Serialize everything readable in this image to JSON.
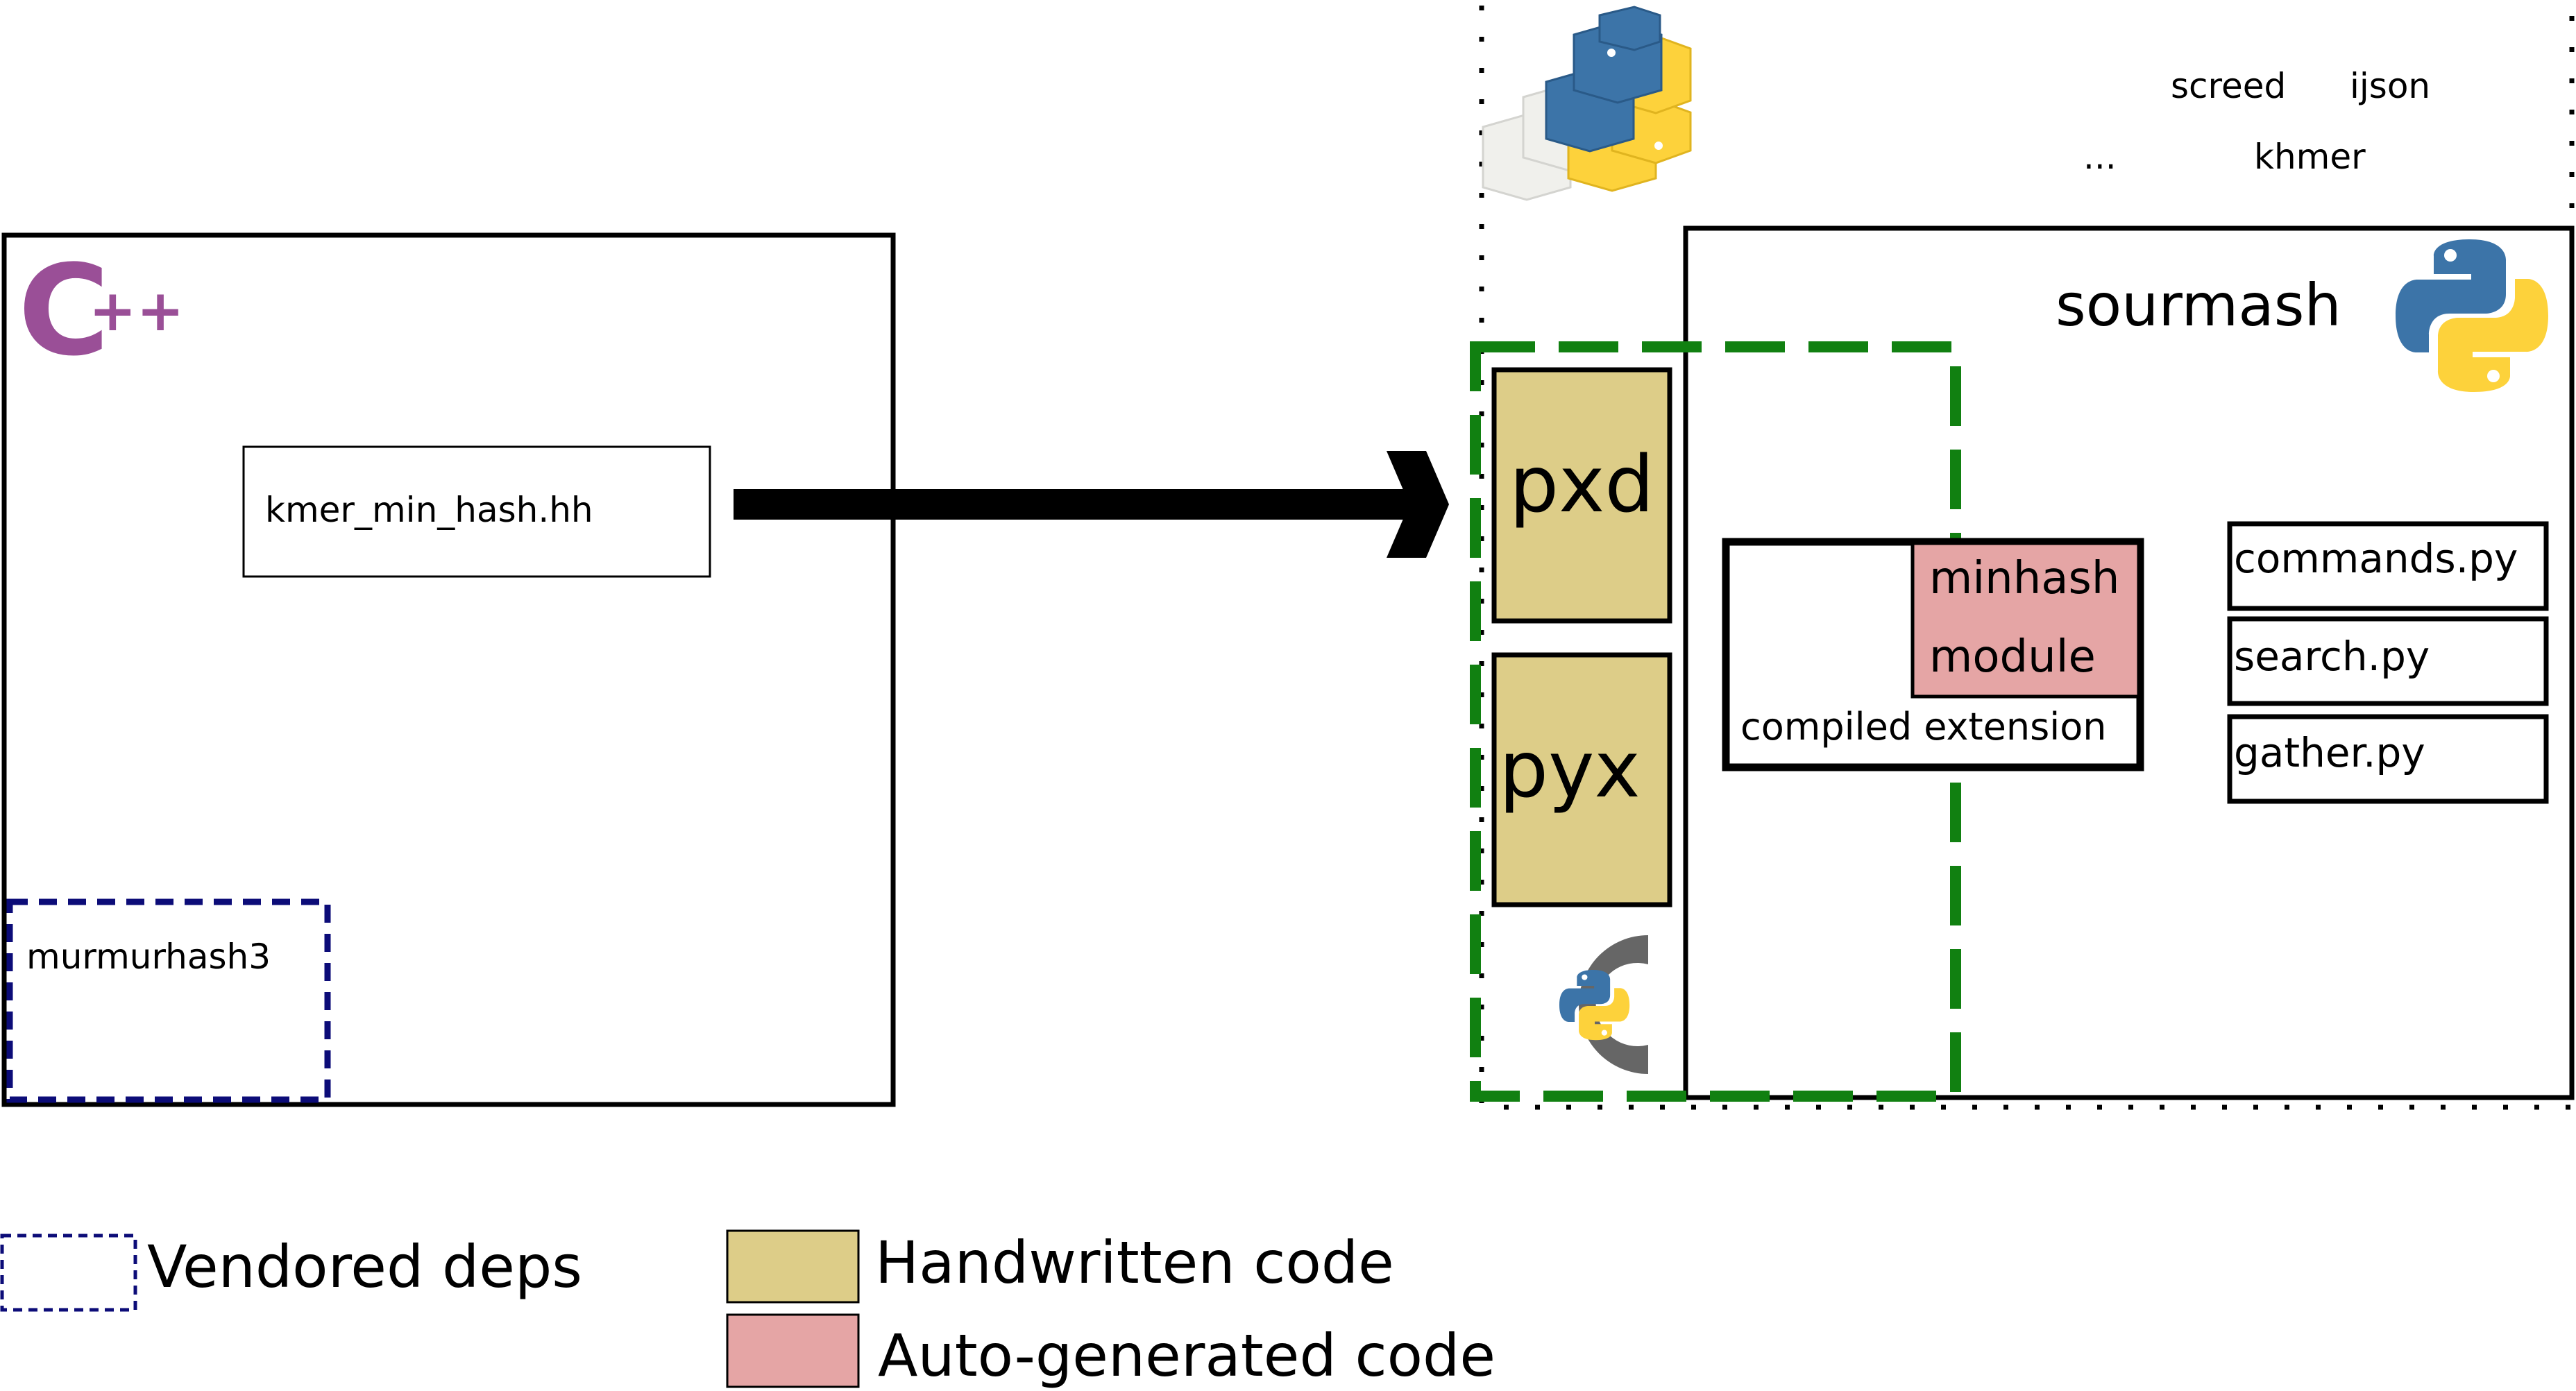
{
  "cpp_block": {
    "logo_letter": "C",
    "logo_plus": "++",
    "header_file": "kmer_min_hash.hh",
    "vendored_dep": "murmurhash3"
  },
  "python_env": {
    "packages": [
      "screed",
      "ijson",
      "...",
      "khmer"
    ]
  },
  "sourmash_block": {
    "title": "sourmash",
    "files": [
      "commands.py",
      "search.py",
      "gather.py"
    ]
  },
  "cython_block": {
    "handwritten_files": [
      "pxd",
      "pyx"
    ],
    "extension": {
      "label": "compiled extension",
      "generated_module_line1": "minhash",
      "generated_module_line2": "module"
    }
  },
  "legend": {
    "vendored": "Vendored deps",
    "handwritten": "Handwritten code",
    "autogenerated": "Auto-generated code"
  },
  "colors": {
    "handwritten": "#ddcd88",
    "autogenerated": "#e5a5a5",
    "cython_boundary": "#118011",
    "vendored_boundary": "#0c0c78",
    "cpp_logo": "#9a4f97",
    "python_blue": "#3c74a8",
    "python_yellow": "#fdd23b",
    "cython_gray": "#666666"
  }
}
